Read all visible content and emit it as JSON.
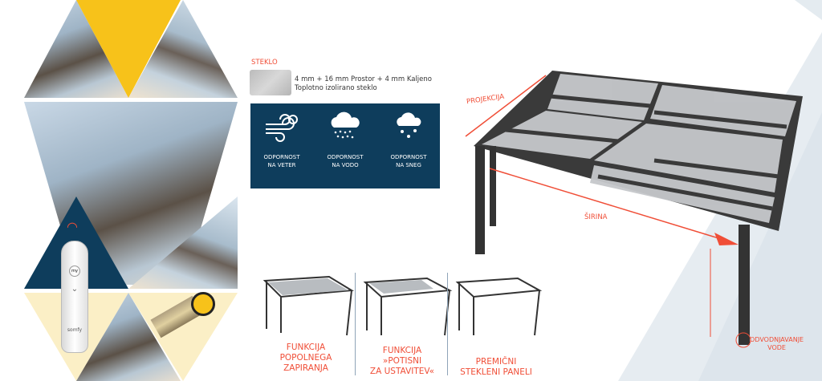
{
  "glass": {
    "title": "STEKLO",
    "spec_line1": "4 mm + 16 mm Prostor + 4 mm Kaljeno",
    "spec_line2": "Toplotno izolirano steklo"
  },
  "features": [
    {
      "icon": "wind-icon",
      "line1": "ODPORNOST",
      "line2": "NA VETER"
    },
    {
      "icon": "rain-cloud-icon",
      "line1": "ODPORNOST",
      "line2": "NA VODO"
    },
    {
      "icon": "snow-cloud-icon",
      "line1": "ODPORNOST",
      "line2": "NA SNEG"
    }
  ],
  "dimensions": {
    "projection": "PROJEKCIJA",
    "width": "ŠIRINA",
    "drainage_line1": "ODVODNJAVANJE",
    "drainage_line2": "VODE"
  },
  "functions": [
    {
      "line1": "FUNKCIJA",
      "line2": "POPOLNEGA",
      "line3": "ZAPIRANJA"
    },
    {
      "line1": "FUNKCIJA",
      "line2": "»POTISNI",
      "line3": "ZA USTAVITEV«"
    },
    {
      "line1": "PREMIČNI",
      "line2": "STEKLENI PANELI"
    }
  ],
  "remote": {
    "brand": "somfy",
    "button": "my"
  },
  "colors": {
    "accent": "#f04e37",
    "panel": "#0e3d5c",
    "yellow": "#f7c21a",
    "cream": "#fbefc6"
  }
}
